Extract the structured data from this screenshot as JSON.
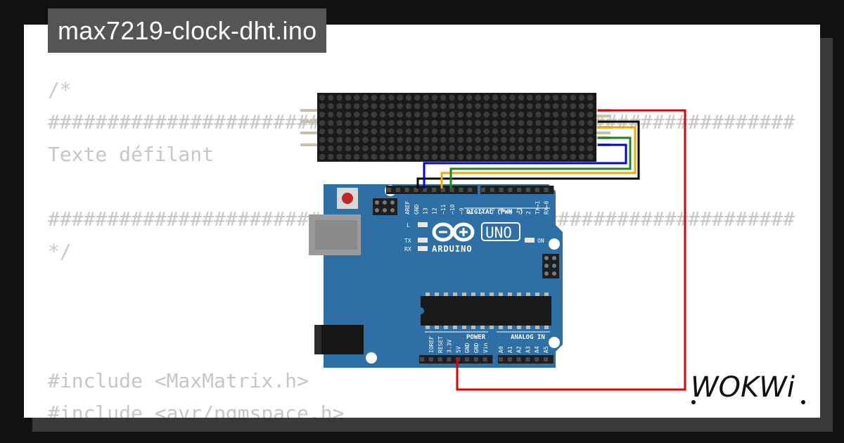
{
  "window": {
    "title": "max7219-clock-dht.ino"
  },
  "code_lines": [
    "/*",
    "###############################################################",
    "Texte défilant",
    "",
    "###############################################################",
    "*/",
    "",
    "",
    "",
    "#include <MaxMatrix.h>",
    "#include <avr/pgmspace.h>"
  ],
  "board": {
    "brand": "ARDUINO",
    "model": "UNO",
    "on_label": "ON",
    "l_label": "L",
    "tx_label": "TX",
    "rx_label": "RX",
    "digital_label": "DIGITAL (PWM ~)",
    "power_label": "POWER",
    "analog_label": "ANALOG IN",
    "digital_pins_left": [
      "AREF",
      "GND",
      "13",
      "12",
      "~11",
      "~10",
      "~9",
      "8"
    ],
    "digital_pins_right": [
      "7",
      "~6",
      "~5",
      "4",
      "~3",
      "2",
      "TX→1",
      "RX←0"
    ],
    "power_pins": [
      "IOREF",
      "RESET",
      "3.3V",
      "5V",
      "GND",
      "GND",
      "Vin"
    ],
    "analog_pins": [
      "A0",
      "A1",
      "A2",
      "A3",
      "A4",
      "A5"
    ]
  },
  "wires": [
    {
      "color": "#e00000"
    },
    {
      "color": "#000000"
    },
    {
      "color": "#f5a800"
    },
    {
      "color": "#1a8a1a"
    },
    {
      "color": "#0000e0"
    }
  ],
  "logo": {
    "text": "WOKWi"
  }
}
